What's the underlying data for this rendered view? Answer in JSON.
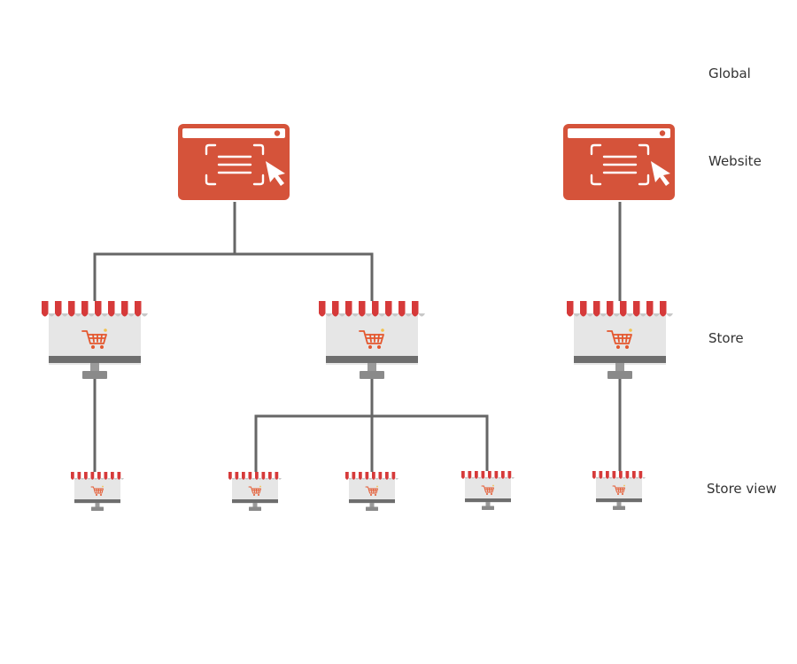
{
  "levels": {
    "global": "Global",
    "website": "Website",
    "store": "Store",
    "store_view": "Store view"
  },
  "colors": {
    "website_box": "#d5533a",
    "awning_red": "#d63a3a",
    "connector": "#666666",
    "monitor_screen": "#e6e6e6",
    "monitor_base": "#6e6e6e",
    "cart": "#e4572e",
    "label_text": "#333333"
  },
  "icons": [
    "browser-window-icon",
    "cursor-icon",
    "storefront-monitor-icon",
    "shopping-cart-icon"
  ],
  "hierarchy": {
    "websites": [
      {
        "stores": [
          {
            "store_views": 1
          },
          {
            "store_views": 3
          }
        ]
      },
      {
        "stores": [
          {
            "store_views": 1
          }
        ]
      }
    ]
  }
}
